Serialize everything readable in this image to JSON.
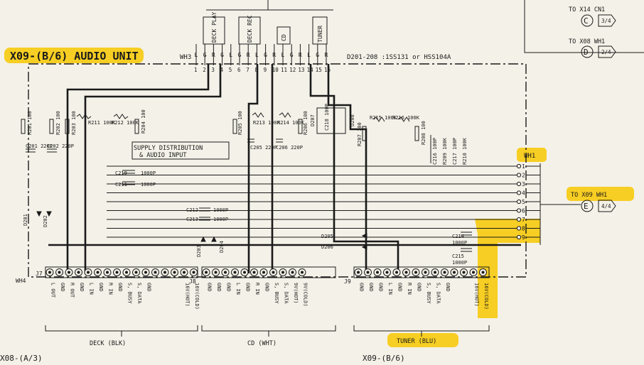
{
  "unit_title": "X09-(B/6) AUDIO UNIT",
  "bottom_left_label": "X08-(A/3)",
  "bottom_right_label": "X09-(B/6)",
  "wh3_label": "WH3",
  "wh4_label": "WH4",
  "diodes_note": "D201-208   :1SS131 or HSS104A",
  "supply_box": [
    "SUPPLY DISTRIBUTION",
    "& AUDIO INPUT"
  ],
  "source_groups": [
    "DECK PLAY",
    "DECK REC",
    "CD",
    "TUNER"
  ],
  "wh3_pin_names": [
    "L",
    "G",
    "R",
    "G",
    "L",
    "G",
    "R",
    "L",
    "G",
    "R",
    "L",
    "G",
    "R",
    "L",
    "G",
    "R"
  ],
  "wh3_pin_numbers": [
    "1",
    "2",
    "3",
    "4",
    "5",
    "6",
    "7",
    "8",
    "9",
    "10",
    "11",
    "12",
    "13",
    "14",
    "15",
    "16"
  ],
  "to_x14": {
    "text": "TO X14 CN1",
    "circle": "C",
    "page": "3/4"
  },
  "to_x08": {
    "text": "TO X08 WH1",
    "circle": "D",
    "page": "2/4"
  },
  "to_x09": {
    "text": "TO X09 WH1",
    "circle": "E",
    "page": "4/4"
  },
  "wh1_label": "WH1",
  "wh1_pins": [
    "1",
    "2",
    "3",
    "4",
    "5",
    "6",
    "7",
    "8",
    "9"
  ],
  "components": {
    "r201": "R201 100",
    "r202": "R202 100",
    "r203": "R203 100",
    "r211": "R211 100K",
    "r212": "R212 100K",
    "r204": "R204 100",
    "c201": "C201 220P",
    "c202": "C202 220P",
    "r205": "R205 100",
    "r213": "R213 100K",
    "r214": "R214 100K",
    "r206": "R206 100",
    "c205": "C205 220P",
    "c206": "C206 220P",
    "d207": "D207",
    "d208": "D208",
    "c218": "C218 100P",
    "r215": "R215 100K",
    "r216": "R216 100K",
    "r207": "R207 100",
    "r208": "R208 100",
    "c216": "C216 100P",
    "r209": "R209 100K",
    "c217": "C217 100P",
    "r210": "R210 100K",
    "c210": "C210",
    "c210v": "1000P",
    "c211": "C211",
    "c211v": "1000P",
    "c212": "C212",
    "c212v": "1000P",
    "c213": "C213",
    "c213v": "1000P",
    "d201": "D201",
    "d202": "D202",
    "d203": "D203",
    "d204": "D204",
    "d205": "D205",
    "d206": "D206",
    "c214": "C214",
    "c214v": "1000P",
    "c215": "C215",
    "c215v": "1000P"
  },
  "j7": {
    "label": "J7",
    "pins": [
      "L OUT",
      "GND",
      "R OUT",
      "GND",
      "L IN",
      "GND",
      "R IN",
      "GND",
      "S, BUSY",
      "S, DATA",
      "GND",
      "",
      "",
      "",
      "16V(HOT)",
      "16V(COLD)"
    ],
    "group": "DECK (BLK)"
  },
  "j8": {
    "label": "J8",
    "pins": [
      "GND",
      "GND",
      "GND",
      "L IN",
      "GND",
      "R IN",
      "GND",
      "S, BUSY",
      "S, DATA",
      "9V(HOT)",
      "9V(COLD)"
    ],
    "group": "CD (WHT)"
  },
  "j9": {
    "label": "J9",
    "pins": [
      "GND",
      "GND",
      "GND",
      "L IN",
      "GND",
      "R IN",
      "GND",
      "S, BUSY",
      "S, DATA",
      "GND",
      "",
      "",
      "16V(HOT)",
      "16V(COLD)"
    ],
    "group": "TUNER (BLU)"
  },
  "colors": {
    "highlight": "#f7c800",
    "ink": "#1a1a1a",
    "paper": "#f4f1e8"
  }
}
